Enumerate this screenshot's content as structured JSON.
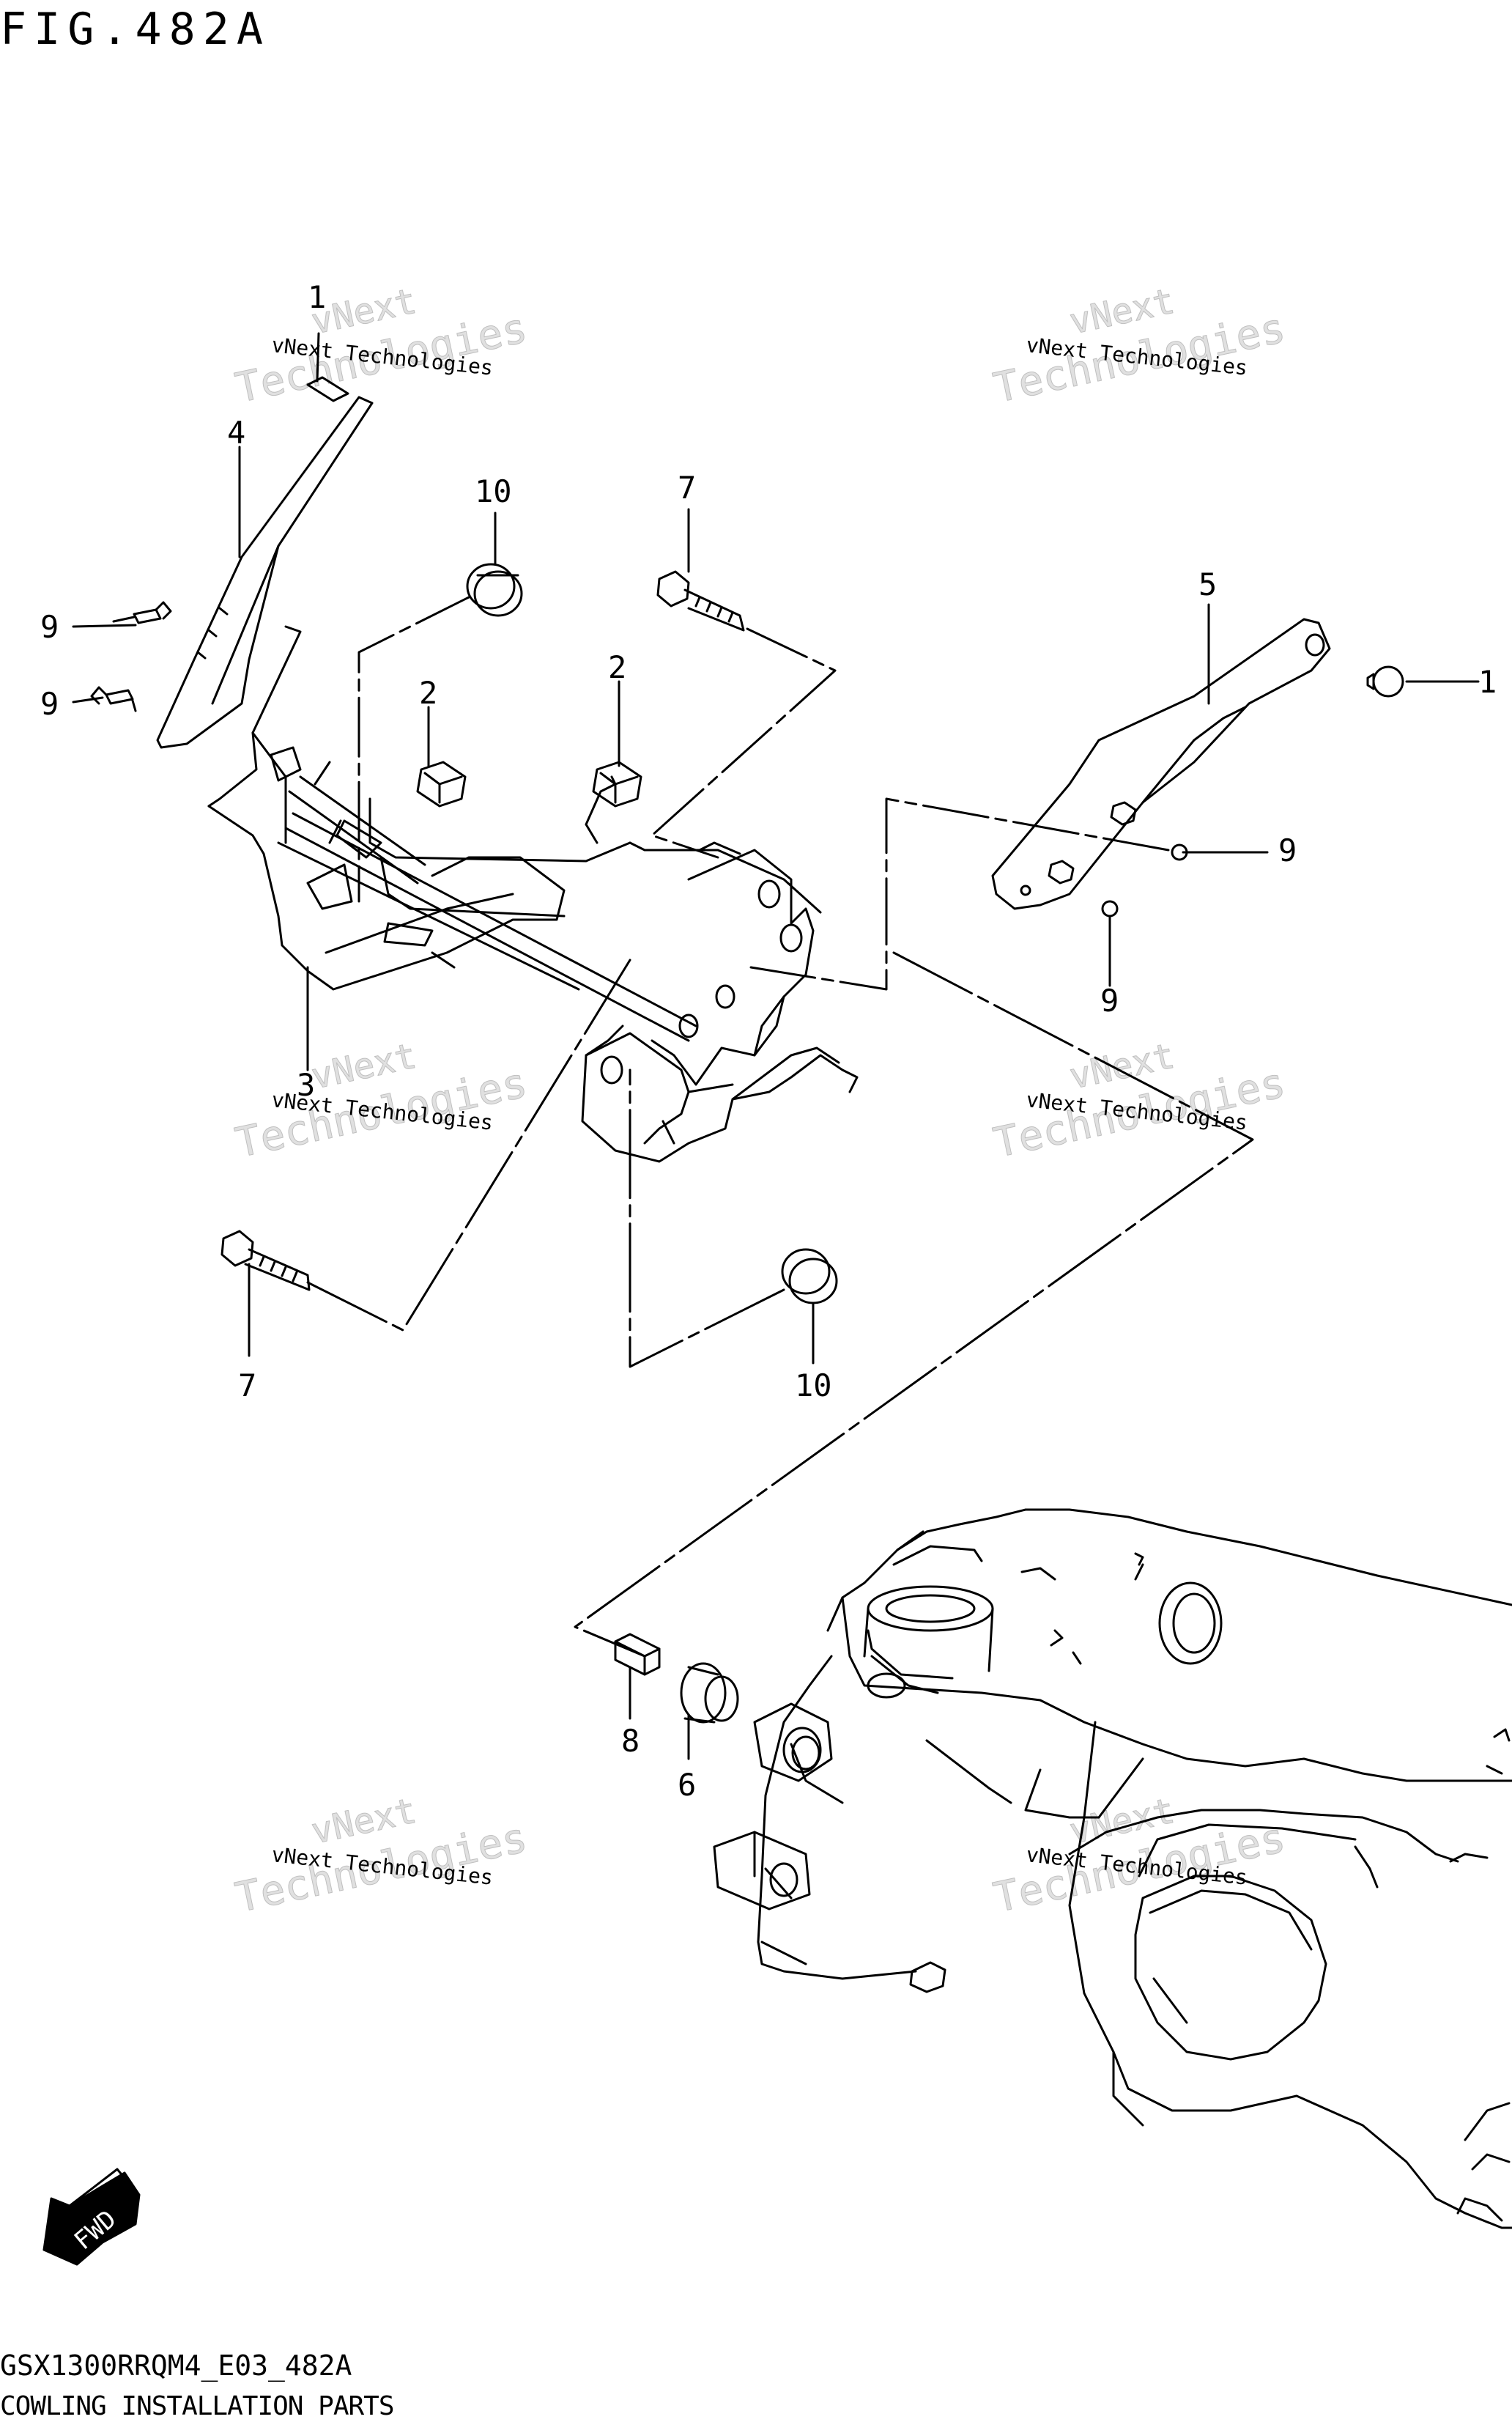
{
  "figure": {
    "title": "FIG.482A",
    "code": "GSX1300RRQM4_E03_482A",
    "caption": "COWLING INSTALLATION PARTS"
  },
  "watermark": {
    "line1": "vNext Technologies",
    "line2": "vNext",
    "line3": "Technologies"
  },
  "fwd_label": "FWD",
  "callouts": [
    "1",
    "4",
    "9",
    "9",
    "10",
    "7",
    "2",
    "2",
    "5",
    "1",
    "9",
    "9",
    "3",
    "7",
    "10",
    "8",
    "6"
  ]
}
